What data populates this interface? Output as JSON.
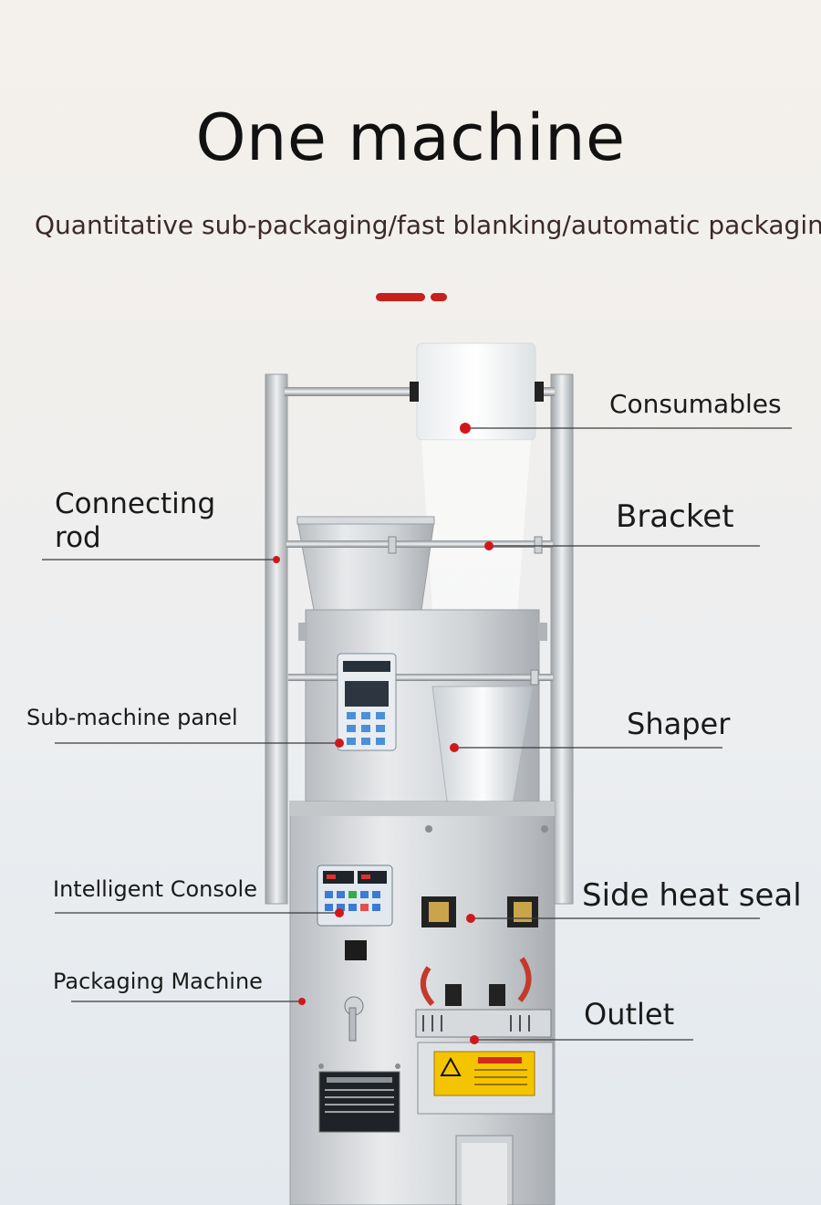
{
  "title": "One machine",
  "subtitle": "Quantitative sub-packaging/fast blanking/automatic packaging",
  "colors": {
    "accent": "#c8201c",
    "marker": "#d0181c",
    "line": "#333333"
  },
  "labels": {
    "consumables": "Consumables",
    "connecting_rod_1": "Connecting",
    "connecting_rod_2": "rod",
    "bracket": "Bracket",
    "sub_machine_panel": "Sub-machine panel",
    "shaper": "Shaper",
    "intelligent_console": "Intelligent Console",
    "side_heat_seal": "Side heat seal",
    "packaging_machine": "Packaging Machine",
    "outlet": "Outlet"
  }
}
